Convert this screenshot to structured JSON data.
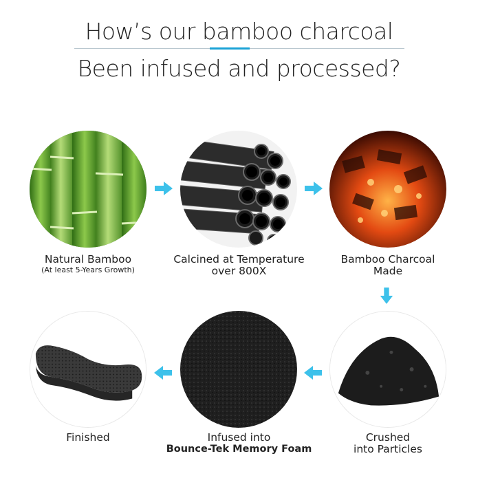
{
  "heading": {
    "line1": "How’s our bamboo charcoal",
    "line2": "Been infused and processed?"
  },
  "steps": [
    {
      "label": "Natural Bamboo",
      "sub": "(At least 5-Years Growth)"
    },
    {
      "label": "Calcined at Temperature",
      "label2": "over 800X"
    },
    {
      "label": "Bamboo Charcoal",
      "label2": "Made"
    },
    {
      "label": "Crushed",
      "label2": "into Particles"
    },
    {
      "label": "Infused into",
      "label2": "Bounce-Tek Memory Foam"
    },
    {
      "label": "Finished"
    }
  ],
  "colors": {
    "arrow": "#3dc1ea",
    "accent": "#19a2d6",
    "bamboo": "#5a9e2c",
    "ember": "#e34a12"
  },
  "icons": [
    "arrow-right-icon",
    "arrow-down-icon",
    "arrow-left-icon"
  ]
}
